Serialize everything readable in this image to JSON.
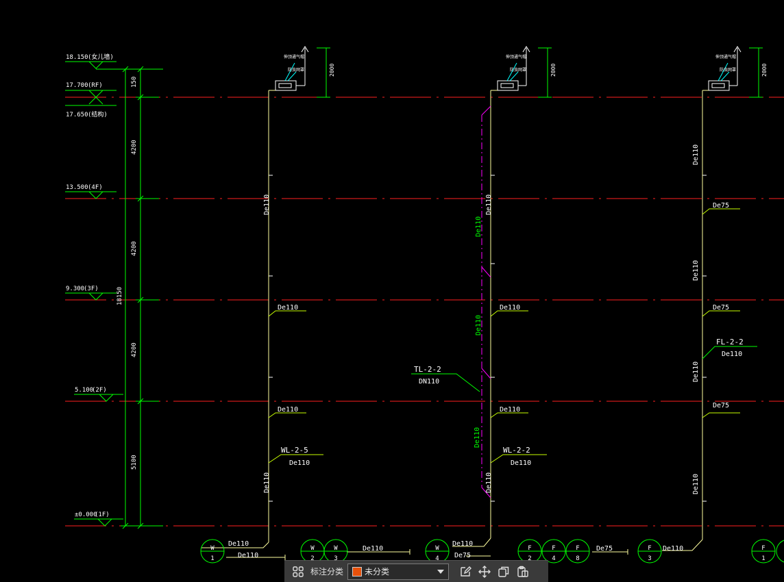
{
  "colors": {
    "background": "#000000",
    "floor_line": "#ff2020",
    "dim": "#00ff00",
    "pipe": "#ffffa0",
    "leader": "#c8ff00",
    "vent_pipe": "#ff00ff",
    "label": "#ffffff",
    "green_label": "#00ff00",
    "category_swatch": "#e8510b"
  },
  "elevations": [
    {
      "value": "18.150",
      "note": "(女儿墙)"
    },
    {
      "value": "17.700",
      "note": "(RF)"
    },
    {
      "value": "17.650",
      "note": "(结构)"
    },
    {
      "value": "13.500",
      "note": "(4F)"
    },
    {
      "value": "9.300",
      "note": "(3F)"
    },
    {
      "value": "5.100",
      "note": "(2F)"
    },
    {
      "value": "±0.000",
      "note": "(1F)"
    }
  ],
  "dims": {
    "d1": "150",
    "d2": "4200",
    "d3": "4200",
    "d4": "4200",
    "d5": "5100",
    "total": "18150",
    "vent": "2000"
  },
  "vent_cap_labels": {
    "l1": "伸顶通气帽",
    "l2": "防虫网罩"
  },
  "riser_labels": {
    "wl25": "WL-2-5",
    "wl22": "WL-2-2",
    "fl22": "FL-2-2",
    "tl22": "TL-2-2",
    "dn110": "DN110",
    "de110": "De110",
    "de75": "De75"
  },
  "circles": [
    {
      "top": "W",
      "num": "1"
    },
    {
      "top": "W",
      "num": "2"
    },
    {
      "top": "W",
      "num": "3"
    },
    {
      "top": "W",
      "num": "4"
    },
    {
      "top": "F",
      "num": "2"
    },
    {
      "top": "F",
      "num": "4"
    },
    {
      "top": "F",
      "num": "8"
    },
    {
      "top": "F",
      "num": "3"
    },
    {
      "top": "F",
      "num": "1"
    }
  ],
  "toolbar": {
    "label": "标注分类",
    "selected": "未分类",
    "icons": [
      "grid-icon",
      "edit-icon",
      "move-icon",
      "copy-icon",
      "paste-icon"
    ]
  }
}
